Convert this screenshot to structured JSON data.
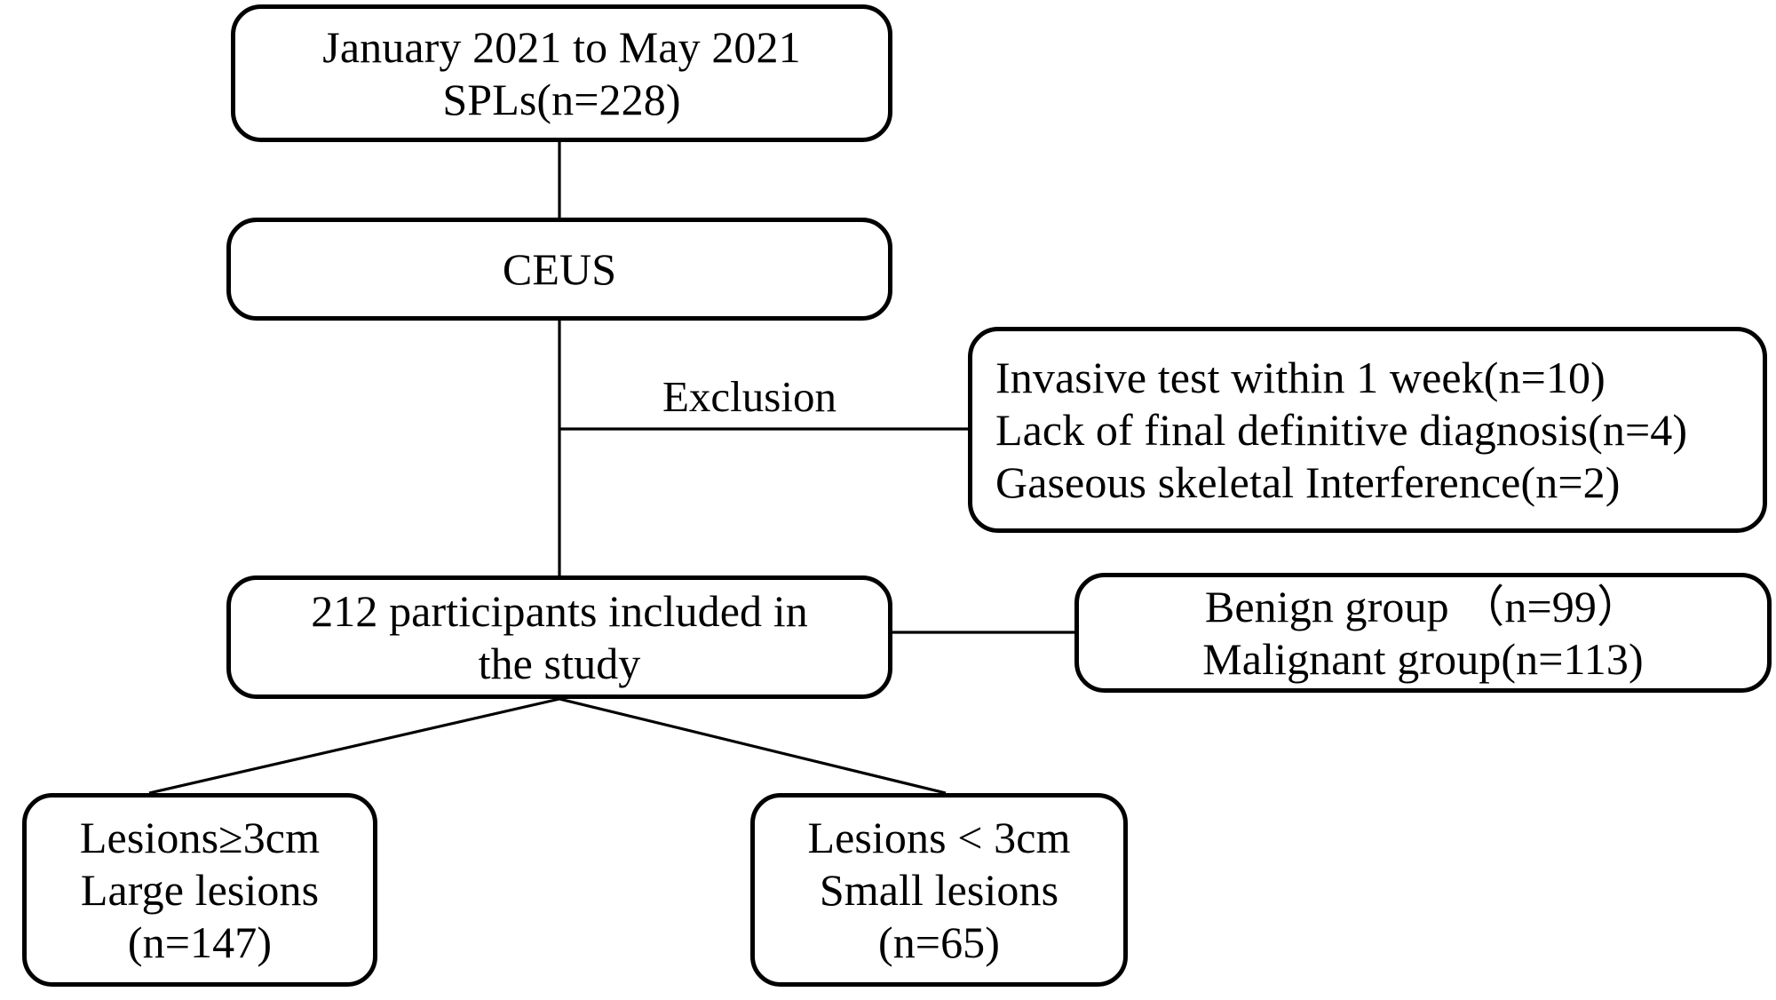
{
  "diagram": {
    "title": "Study participant flow diagram",
    "type": "flowchart",
    "stroke_color": "#000000",
    "fill_color": "#ffffff",
    "nodes": {
      "enrollment": {
        "name": "enrollment-box",
        "lines": [
          "January 2021 to May 2021",
          "SPLs(n=228)"
        ]
      },
      "ceus": {
        "name": "ceus-box",
        "lines": [
          "CEUS"
        ]
      },
      "exclusion_label": {
        "name": "exclusion-connector-label",
        "text": "Exclusion"
      },
      "exclusion": {
        "name": "exclusion-criteria-box",
        "lines": [
          "Invasive test within 1 week(n=10)",
          "Lack of final definitive diagnosis(n=4)",
          "Gaseous skeletal Interference(n=2)"
        ]
      },
      "included": {
        "name": "included-participants-box",
        "lines": [
          "212 participants included in",
          "the study"
        ]
      },
      "groups": {
        "name": "diagnosis-groups-box",
        "lines": [
          "Benign group （n=99）",
          "Malignant group(n=113)"
        ]
      },
      "large_lesions": {
        "name": "large-lesions-box",
        "lines": [
          "Lesions≥3cm",
          "Large lesions",
          "(n=147)"
        ]
      },
      "small_lesions": {
        "name": "small-lesions-box",
        "lines": [
          "Lesions < 3cm",
          "Small lesions",
          "(n=65)"
        ]
      }
    }
  }
}
